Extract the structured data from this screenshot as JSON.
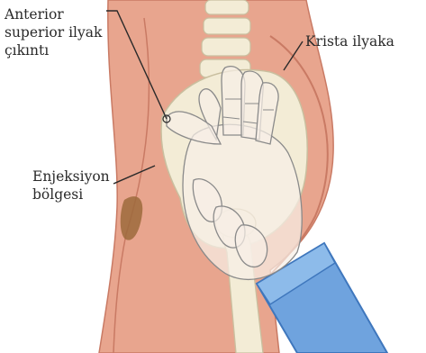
{
  "labels": {
    "anterior_superior_iliac_spine": "Anterior\nsuperior ilyak\nçıkıntı",
    "iliac_crest": "Krista ilyaka",
    "injection_site": "Enjeksiyon\nbölgesi"
  },
  "colors": {
    "skin": "#e8a58e",
    "skin_shadow": "#c97a64",
    "bone": "#f3ecd6",
    "bone_outline": "#c9bf9f",
    "hand": "#f7efe6",
    "hand_outline": "#8a8a8a",
    "sleeve": "#6fa3de",
    "sleeve_shadow": "#3f77bd",
    "injection_area": "#9c6a3c",
    "leader_line": "#2a2a2a"
  }
}
